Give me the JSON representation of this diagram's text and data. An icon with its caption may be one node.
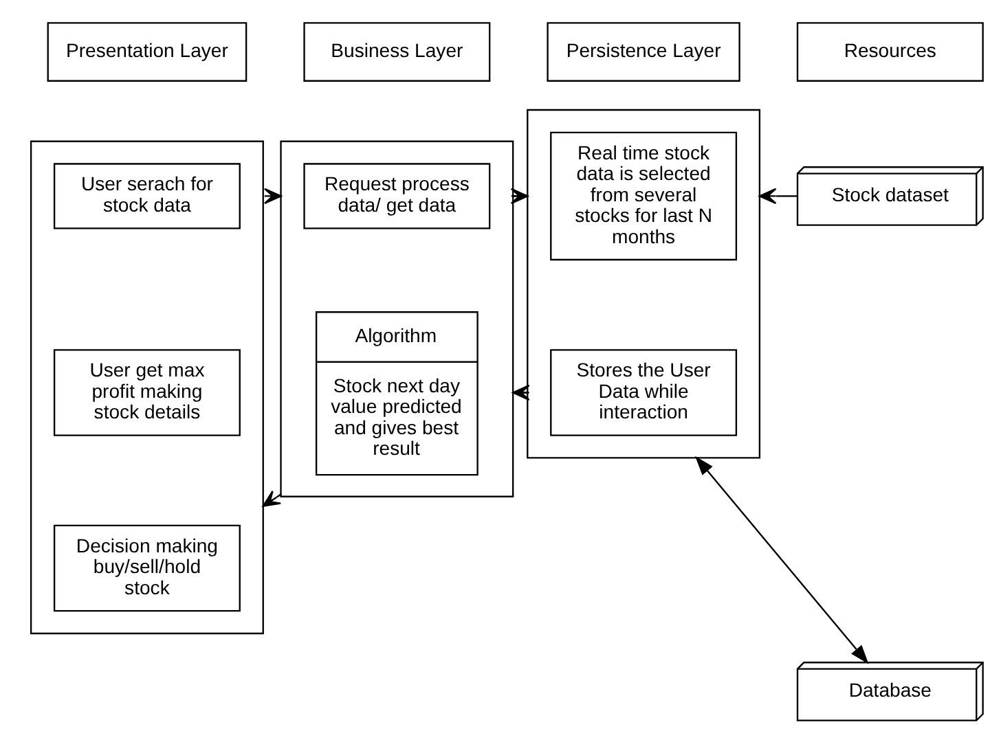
{
  "diagram": {
    "nodes": [
      {
        "text": [
          "Presentation Layer"
        ]
      },
      {
        "text": [
          "Business Layer"
        ]
      },
      {
        "text": [
          "Persistence Layer"
        ]
      },
      {
        "text": [
          "Resources"
        ]
      },
      {
        "text": [],
        "shape": "box"
      },
      {
        "text": [
          "User serach for stock data"
        ],
        "in": 4
      },
      {
        "text": [
          "User get max profit making stock details"
        ],
        "in": 4
      },
      {
        "text": [
          "Decision making buy/sell/hold stock"
        ],
        "in": 4
      },
      {
        "text": [],
        "shape": "box"
      },
      {
        "text": [
          "Request process data/ get data"
        ],
        "in": 8
      },
      {
        "text": [
          "Algorithm",
          "Stock next day value predicted and gives best result"
        ],
        "in": 8
      },
      {
        "text": [],
        "shape": "box"
      },
      {
        "text": [
          "Real time stock data is selected from several stocks for last N months"
        ],
        "in": 11
      },
      {
        "text": [
          "Stores the User Data while interaction"
        ],
        "in": 11
      },
      {
        "text": [
          "Stock dataset"
        ]
      },
      {
        "text": [
          "Database"
        ]
      }
    ],
    "edges": [
      {
        "from": 4,
        "to": 8,
        "arrow": "to"
      },
      {
        "from": 8,
        "to": 11,
        "arrow": "to"
      },
      {
        "from": 14,
        "to": 11,
        "arrow": "to"
      },
      {
        "from": 15,
        "to": 11,
        "arrow": "both"
      },
      {
        "from": 11,
        "to": 8,
        "arrow": "to"
      },
      {
        "from": 8,
        "to": 4,
        "arrow": "to"
      }
    ]
  }
}
